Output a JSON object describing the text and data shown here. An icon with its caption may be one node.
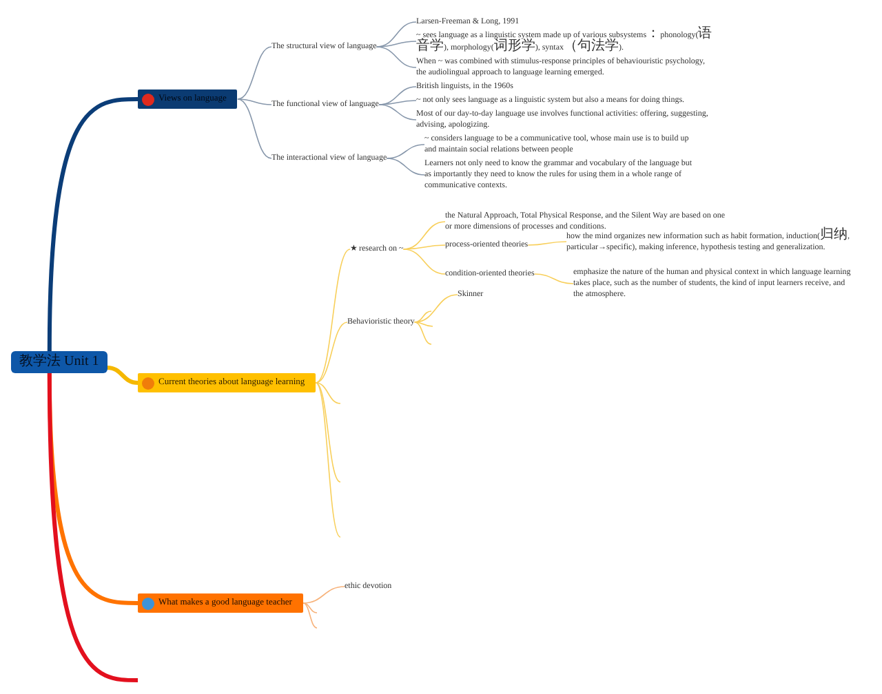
{
  "diagram": {
    "nodes": [
      {
        "text": [
          "教学法 Unit 1"
        ]
      },
      {
        "text": [
          "Views on language"
        ]
      },
      {
        "text": [
          "The structural view of language"
        ]
      },
      {
        "text": [
          "Larsen-Freeman & Long, 1991"
        ]
      },
      {
        "text": [
          "~ sees language as a linguistic system made up of various subsystems：phonology(语音学), morphology(词形学), syntax（句法学)."
        ]
      },
      {
        "text": [
          "When ~ was combined with stimulus-response principles of behaviouristic psychology, the audiolingual approach to language learning emerged."
        ]
      },
      {
        "text": [
          "The functional view of language"
        ]
      },
      {
        "text": [
          "British linguists, in the 1960s"
        ]
      },
      {
        "text": [
          "~ not only sees language as a linguistic system but also a means for doing things."
        ]
      },
      {
        "text": [
          "Most of our day-to-day language use involves functional activities: offering, suggesting, advising, apologizing."
        ]
      },
      {
        "text": [
          "The interactional view of language"
        ]
      },
      {
        "text": [
          "~ considers language to be a communicative tool, whose main use is to build up and maintain social relations between people"
        ]
      },
      {
        "text": [
          "Learners not only need to know the grammar and vocabulary of the language but as importantly they need to know the rules for using them in a whole range of communicative contexts."
        ]
      },
      {
        "text": [
          "Current theories about language learning"
        ]
      },
      {
        "text": [
          "★ research on ~"
        ]
      },
      {
        "text": [
          "the Natural Approach, Total Physical Response, and the Silent Way are based on one or more dimensions of processes and conditions."
        ]
      },
      {
        "text": [
          "process-oriented theories"
        ]
      },
      {
        "text": [
          "how the mind organizes new information such as habit formation, induction(归纳, particular→specific), making inference, hypothesis testing and generalization."
        ]
      },
      {
        "text": [
          "condition-oriented theories"
        ]
      },
      {
        "text": [
          "emphasize the nature of the human and physical context in which language learning takes place, such as the number of students, the kind of input learners receive, and the atmosphere."
        ]
      },
      {
        "text": [
          "Behavioristic theory"
        ]
      },
      {
        "text": [
          "Skinner"
        ]
      },
      {
        "text": [
          "What makes a good language teacher"
        ]
      },
      {
        "text": [
          "ethic devotion"
        ]
      }
    ],
    "edges": [
      {
        "from": 0,
        "to": 1,
        "arrow": "none",
        "style": "thick",
        "color": "#0b3d78"
      },
      {
        "from": 1,
        "to": 2,
        "arrow": "none",
        "color": "#8797ab"
      },
      {
        "from": 2,
        "to": 3,
        "arrow": "none",
        "color": "#8797ab"
      },
      {
        "from": 2,
        "to": 4,
        "arrow": "none",
        "color": "#8797ab"
      },
      {
        "from": 2,
        "to": 5,
        "arrow": "none",
        "color": "#8797ab"
      },
      {
        "from": 1,
        "to": 6,
        "arrow": "none",
        "color": "#8797ab"
      },
      {
        "from": 6,
        "to": 7,
        "arrow": "none",
        "color": "#8797ab"
      },
      {
        "from": 6,
        "to": 8,
        "arrow": "none",
        "color": "#8797ab"
      },
      {
        "from": 6,
        "to": 9,
        "arrow": "none",
        "color": "#8797ab"
      },
      {
        "from": 1,
        "to": 10,
        "arrow": "none",
        "color": "#8797ab"
      },
      {
        "from": 10,
        "to": 11,
        "arrow": "none",
        "color": "#8797ab"
      },
      {
        "from": 10,
        "to": 12,
        "arrow": "none",
        "color": "#8797ab"
      },
      {
        "from": 0,
        "to": 13,
        "arrow": "none",
        "style": "thick",
        "color": "#f5b800"
      },
      {
        "from": 13,
        "to": 14,
        "arrow": "none"
      },
      {
        "from": 14,
        "to": 15,
        "arrow": "none"
      },
      {
        "from": 14,
        "to": 16,
        "arrow": "none"
      },
      {
        "from": 16,
        "to": 17,
        "arrow": "none"
      },
      {
        "from": 14,
        "to": 18,
        "arrow": "none"
      },
      {
        "from": 18,
        "to": 19,
        "arrow": "none"
      },
      {
        "from": 13,
        "to": 20,
        "arrow": "none"
      },
      {
        "from": 20,
        "to": 21,
        "arrow": "none"
      },
      {
        "from": 20,
        "to": null,
        "arrow": "none"
      },
      {
        "from": 20,
        "to": null,
        "arrow": "none"
      },
      {
        "from": 20,
        "to": null,
        "arrow": "none"
      },
      {
        "from": 13,
        "to": null,
        "arrow": "none"
      },
      {
        "from": 13,
        "to": null,
        "arrow": "none"
      },
      {
        "from": 13,
        "to": null,
        "arrow": "none"
      },
      {
        "from": 0,
        "to": 22,
        "arrow": "none",
        "style": "thick",
        "color": "#ff7300"
      },
      {
        "from": 22,
        "to": 23,
        "arrow": "none",
        "color": "#f7b27a"
      },
      {
        "from": 22,
        "to": null,
        "arrow": "none",
        "color": "#f7b27a"
      },
      {
        "from": 22,
        "to": null,
        "arrow": "none",
        "color": "#f7b27a"
      },
      {
        "from": 0,
        "to": null,
        "arrow": "none",
        "style": "thick",
        "color": "#e3101e"
      }
    ]
  }
}
